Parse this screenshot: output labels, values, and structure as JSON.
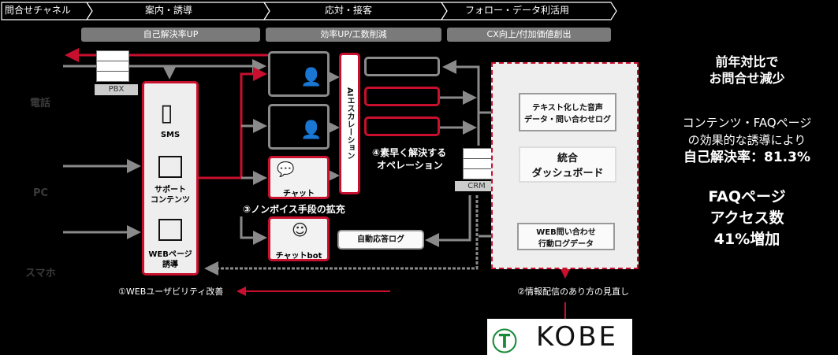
{
  "stages": [
    "問合せチャネル",
    "案内・誘導",
    "応対・接客",
    "フォロー・データ利活用"
  ],
  "goals": [
    "自己解決率UP",
    "効率UP/工数削減",
    "CX向上/付加価値創出"
  ],
  "channels": [
    "電話",
    "PC",
    "スマホ"
  ],
  "pbx": "PBX",
  "guide": {
    "sms": "SMS",
    "support_1": "サポート",
    "support_2": "コンテンツ",
    "web_1": "WEBページ",
    "web_2": "誘導"
  },
  "chat": "チャット",
  "chatbot": "チャットbot",
  "escalation": "AIエスカレーション",
  "nonvoice": "③ノンボイス手段の拡充",
  "operation_1": "④素早く解決する",
  "operation_2": "オペレーション",
  "crm": "CRM",
  "auto_log": "自動応答ログ",
  "panel": {
    "text_1": "テキスト化した音声",
    "text_2": "データ・問い合わせログ",
    "dash_1": "統合",
    "dash_2": "ダッシュボード",
    "web_1": "WEB問い合わせ",
    "web_2": "行動ログデータ"
  },
  "bottom": {
    "usability": "①WEBユーザビリティ改善",
    "review": "②情報配信のあり方の見直し"
  },
  "logo": "KOBE",
  "results": {
    "r1_1": "前年対比で",
    "r1_2": "お問合せ減少",
    "r2_1": "コンテンツ・FAQページ",
    "r2_2": "の効果的な誘導により",
    "r2_3": "自己解決率：81.3%",
    "r3_1": "FAQページ",
    "r3_2": "アクセス数",
    "r3_3": "41%増加"
  },
  "colors": {
    "red": "#c8102e",
    "gray": "#8a8a8a",
    "green": "#1a8a3a"
  }
}
